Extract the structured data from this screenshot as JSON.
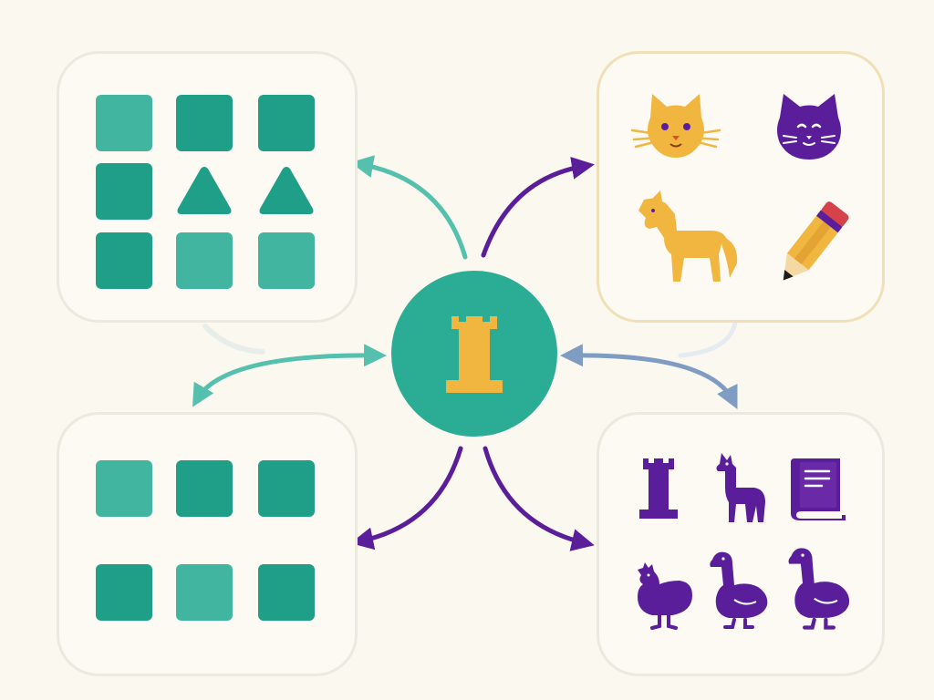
{
  "colors": {
    "background": "#fbf8ef",
    "panel_fill": "#fcfaf3",
    "panel_border": "#ece9de",
    "panel_border_highlight": "#f1dfb8",
    "teal_dark": "#1f9f88",
    "teal_light": "#42b5a1",
    "hub_fill": "#2bac94",
    "hub_icon": "#f0b640",
    "purple": "#5b1e9a",
    "gold": "#f0b640",
    "slate_blue": "#7f9cc2",
    "connector_teal": "#55c0ad"
  },
  "hub": {
    "icon": "rook-tower-icon"
  },
  "panels": {
    "top_left": {
      "items": [
        "square-tile",
        "square-tile",
        "square-tile",
        "square-tile",
        "triangle-tile",
        "triangle-tile",
        "square-tile",
        "square-tile",
        "square-tile"
      ]
    },
    "top_right": {
      "items": [
        "cat-face-icon",
        "cat-outline-icon",
        "horse-icon",
        "pencil-icon"
      ]
    },
    "bottom_left": {
      "items": [
        "square-tile",
        "square-tile",
        "square-tile",
        "square-tile",
        "square-tile",
        "square-tile"
      ]
    },
    "bottom_right": {
      "items": [
        "rook-tower-icon",
        "llama-icon",
        "book-icon",
        "chicken-icon",
        "goose-icon",
        "goose-icon"
      ]
    }
  }
}
